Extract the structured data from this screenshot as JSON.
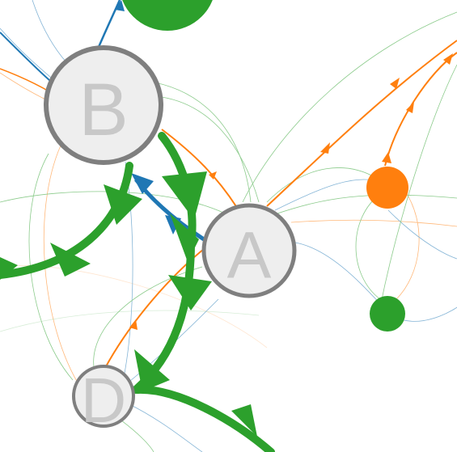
{
  "colors": {
    "blue": "#1f77b4",
    "orange": "#ff7f0e",
    "green": "#2ca02c",
    "node_fill": "#eeeeee",
    "node_stroke": "#7f7f7f",
    "label": "#c8c8c8"
  },
  "nodes": [
    {
      "id": "B",
      "label": "B"
    },
    {
      "id": "A",
      "label": "A"
    },
    {
      "id": "D",
      "label": "D"
    },
    {
      "id": "green-top",
      "label": ""
    },
    {
      "id": "orange-right",
      "label": ""
    },
    {
      "id": "green-right",
      "label": ""
    }
  ],
  "edges": [
    {
      "from": "B",
      "to": "A",
      "color": "green",
      "weight": "heavy"
    },
    {
      "from": "B",
      "to": "left",
      "color": "green",
      "weight": "heavy"
    },
    {
      "from": "A",
      "to": "D",
      "color": "green",
      "weight": "heavy"
    },
    {
      "from": "D",
      "to": "bottom-right",
      "color": "green",
      "weight": "heavy"
    },
    {
      "from": "A",
      "to": "B",
      "color": "blue",
      "weight": "medium"
    },
    {
      "from": "B",
      "to": "green-top",
      "color": "blue",
      "weight": "medium"
    },
    {
      "from": "A",
      "to": "top-right",
      "color": "orange",
      "weight": "medium"
    },
    {
      "from": "D",
      "to": "A",
      "color": "orange",
      "weight": "medium"
    },
    {
      "from": "orange-right",
      "to": "top-right",
      "color": "orange",
      "weight": "medium"
    }
  ]
}
